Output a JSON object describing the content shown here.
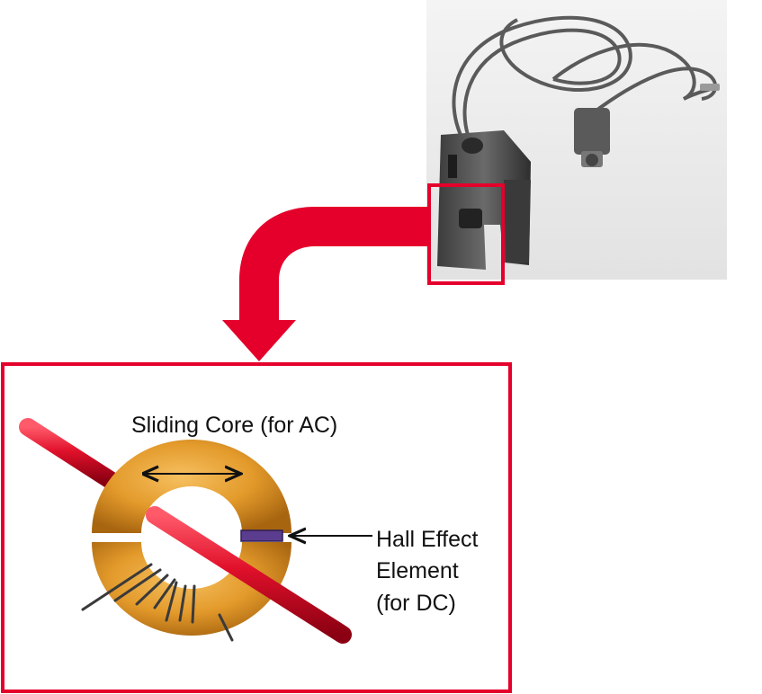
{
  "labels": {
    "sliding_core": "Sliding Core (for AC)",
    "hall_line1": "Hall Effect",
    "hall_line2": "Element",
    "hall_line3": "(for DC)"
  },
  "icons": {
    "probe_photo": "current-probe-photo-icon",
    "callout_arrow": "curved-arrow-icon",
    "conductor": "conductor-bar-icon",
    "toroid": "toroidal-core-icon",
    "hall_element": "hall-sensor-icon"
  },
  "colors": {
    "accent_red": "#e4002b",
    "core_orange": "#e39a2b",
    "conductor_red": "#e0102a",
    "hall_purple": "#5b3d8f"
  }
}
